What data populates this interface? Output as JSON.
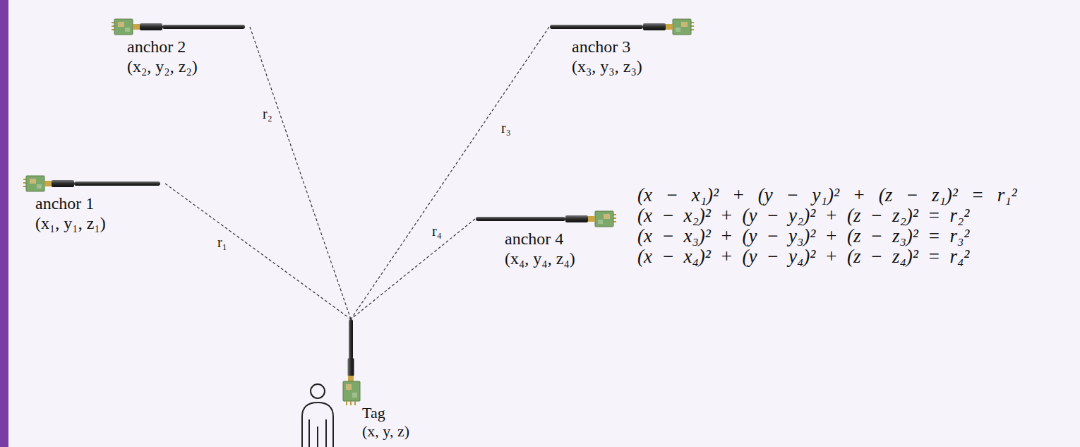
{
  "diagram": {
    "nodes": [
      {
        "text": [
          "anchor 2",
          "(x₂, y₂, z₂)"
        ]
      },
      {
        "text": [
          "anchor 3",
          "(x₃, y₃, z₃)"
        ]
      },
      {
        "text": [
          "anchor 1",
          "(x₁, y₁, z₁)"
        ]
      },
      {
        "text": [
          "anchor 4",
          "(x₄, y₄, z₄)"
        ]
      },
      {
        "text": [
          "Tag",
          "(x, y, z)"
        ]
      }
    ],
    "edges": [
      {
        "from": 2,
        "to": 4,
        "label": "r₁",
        "arrow": "none"
      },
      {
        "from": 0,
        "to": 4,
        "label": "r₂",
        "arrow": "none"
      },
      {
        "from": 1,
        "to": 4,
        "label": "r₃",
        "arrow": "none"
      },
      {
        "from": 3,
        "to": 4,
        "label": "r₄",
        "arrow": "none"
      }
    ],
    "labels": [
      "(x − x₁)² + (y − y₁)² + (z − z₁)² = r₁²",
      "(x − x₂)² + (y − y₂)² + (z − z₂)² = r₂²",
      "(x − x₃)² + (y − y₃)² + (z − z₃)² = r₃²",
      "(x − x₄)² + (y − y₄)² + (z − z₄)² = r₄²"
    ]
  }
}
